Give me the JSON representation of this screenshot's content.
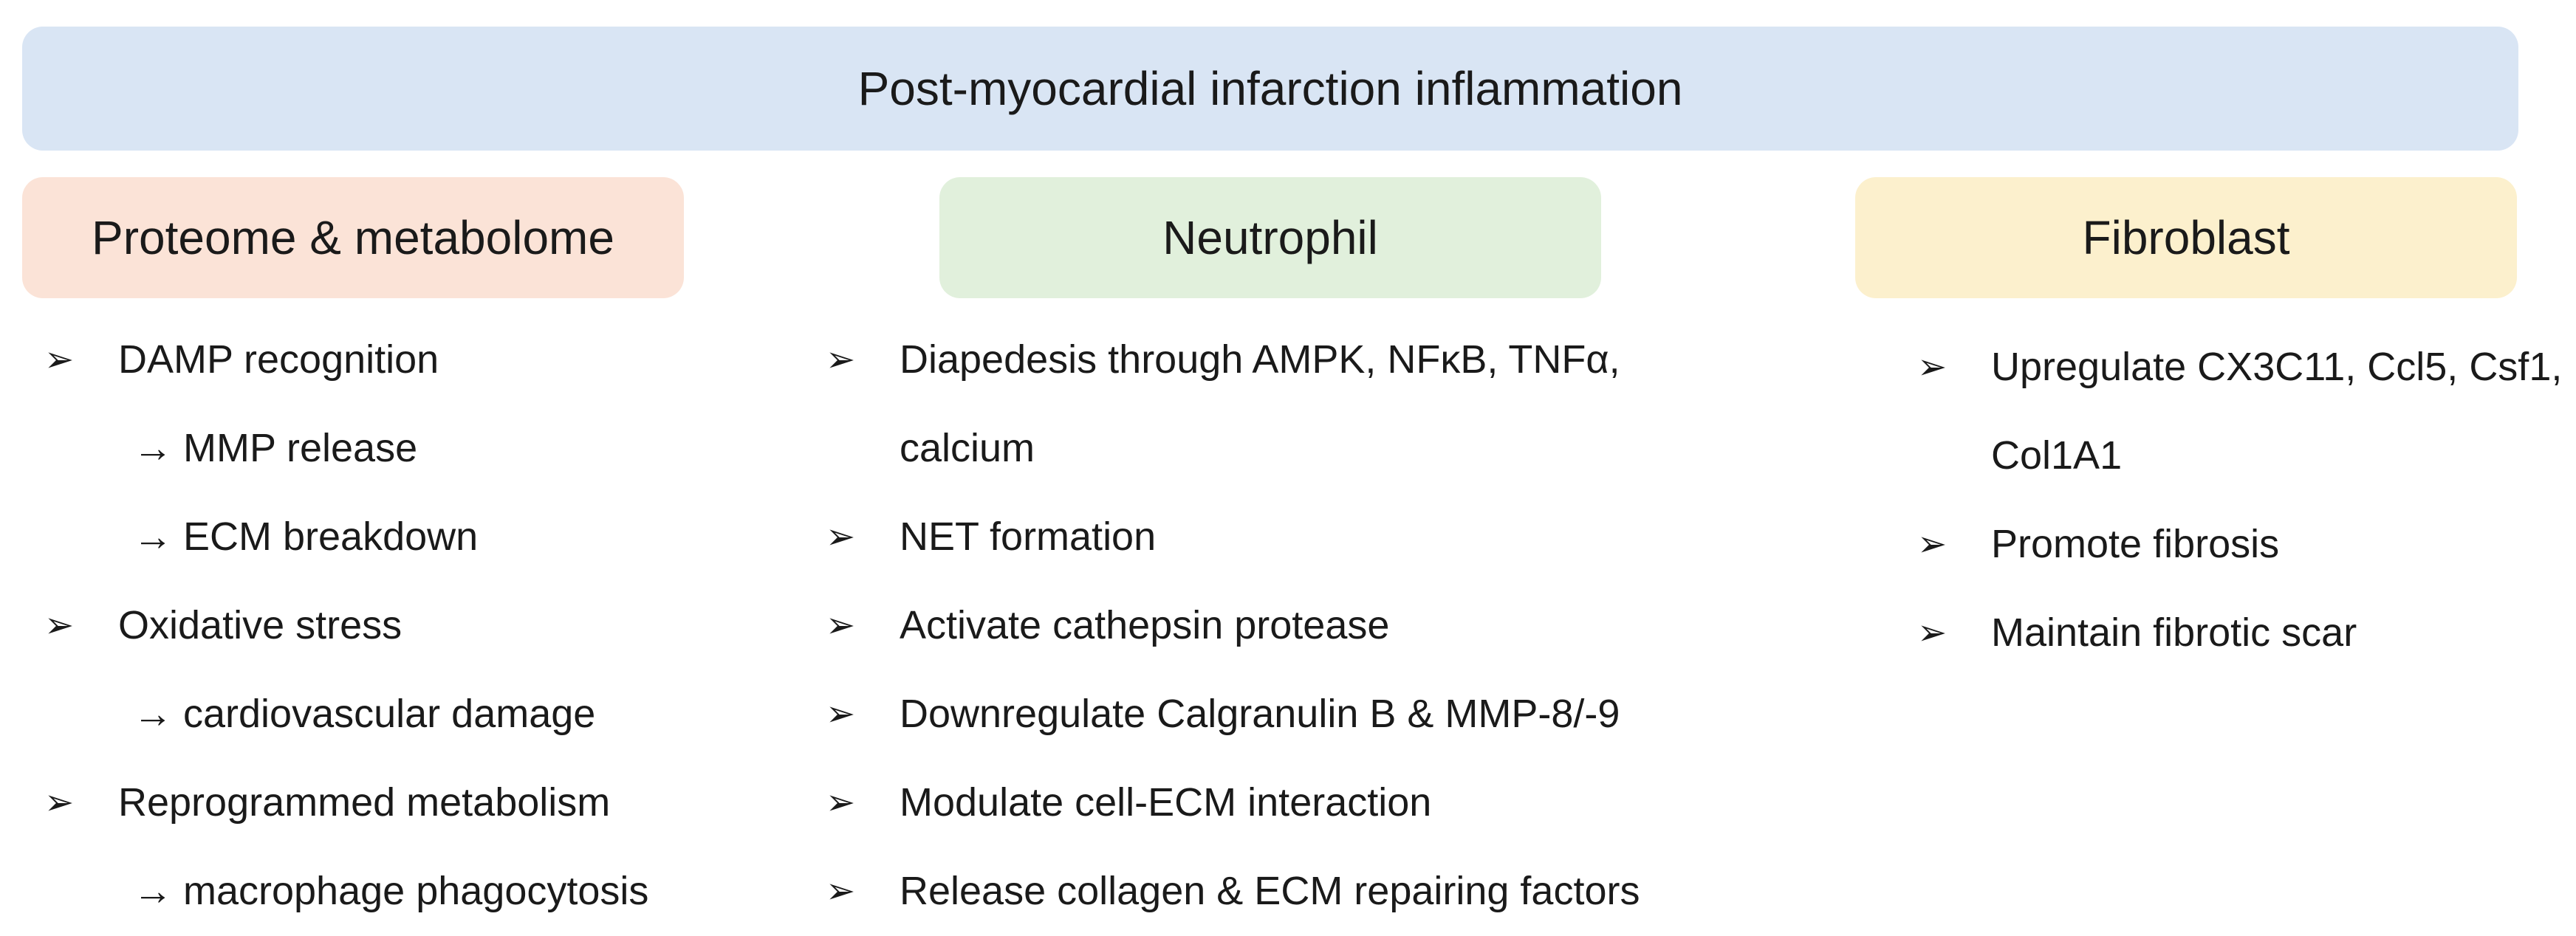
{
  "colors": {
    "title_bg": "#d9e5f4",
    "proteome_bg": "#fbe3d7",
    "neutrophil_bg": "#e1f0dc",
    "fibroblast_bg": "#fcf0cd"
  },
  "bullet_glyph": "➢",
  "arrow_glyph": "→",
  "title": "Post-myocardial infarction inflammation",
  "columns": [
    {
      "header": "Proteome & metabolome",
      "items": [
        {
          "text": "DAMP recognition",
          "kind": "bullet"
        },
        {
          "text": "MMP release",
          "kind": "arrow"
        },
        {
          "text": "ECM breakdown",
          "kind": "arrow"
        },
        {
          "text": "Oxidative stress",
          "kind": "bullet"
        },
        {
          "text": "cardiovascular damage",
          "kind": "arrow"
        },
        {
          "text": "Reprogrammed metabolism",
          "kind": "bullet"
        },
        {
          "text": "macrophage phagocytosis",
          "kind": "arrow"
        }
      ]
    },
    {
      "header": "Neutrophil",
      "items": [
        {
          "text": "Diapedesis through AMPK, NFκB, TNFα,",
          "kind": "bullet"
        },
        {
          "text": "calcium",
          "kind": "continuation"
        },
        {
          "text": "NET formation",
          "kind": "bullet"
        },
        {
          "text": "Activate cathepsin protease",
          "kind": "bullet"
        },
        {
          "text": "Downregulate Calgranulin B & MMP-8/-9",
          "kind": "bullet"
        },
        {
          "text": "Modulate cell-ECM interaction",
          "kind": "bullet"
        },
        {
          "text": "Release collagen & ECM repairing factors",
          "kind": "bullet"
        }
      ]
    },
    {
      "header": "Fibroblast",
      "items": [
        {
          "text": "Upregulate CX3C11, Ccl5, Csf1,",
          "kind": "bullet"
        },
        {
          "text": "Col1A1",
          "kind": "continuation"
        },
        {
          "text": "Promote fibrosis",
          "kind": "bullet"
        },
        {
          "text": "Maintain fibrotic scar",
          "kind": "bullet"
        }
      ]
    }
  ]
}
